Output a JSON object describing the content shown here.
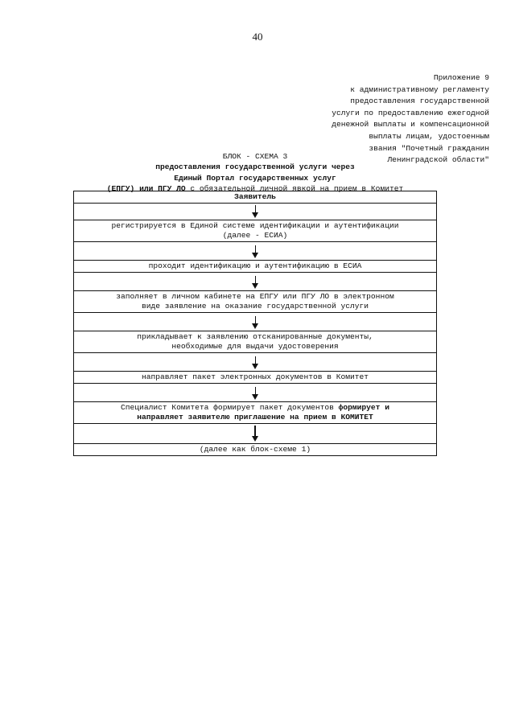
{
  "page_number": "40",
  "appendix": {
    "lines": [
      "Приложение 9",
      "к административному регламенту",
      "предоставления государственной",
      "услуги по предоставлению ежегодной",
      "денежной выплаты и компенсационной",
      "выплаты лицам, удостоенным",
      "звания \"Почетный гражданин",
      "Ленинградской области\""
    ]
  },
  "scheme": {
    "title": "БЛОК - СХЕМА 3",
    "subtitle_line1": "предоставления государственной услуги  через",
    "subtitle_line2": "Единый Портал государственных услуг",
    "subtitle_line3_bold": "(ЕПГУ) или ПГУ ЛО",
    "subtitle_line3_rest": " с обязательной личной явкой на прием в Комитет"
  },
  "flow": {
    "applicant": "Заявитель",
    "step1_line1": "регистрируется в Единой системе идентификации и аутентификации",
    "step1_line2": "(далее - ЕСИА)",
    "step2": "проходит идентификацию и аутентификацию в ЕСИА",
    "step3_line1": "заполняет в личном кабинете на  ЕПГУ или ПГУ ЛО в электронном",
    "step3_line2": "виде заявление на оказание государственной услуги",
    "step4_line1": "прикладывает  к заявлению отсканированные документы,",
    "step4_line2": "необходимые для выдачи удостоверения",
    "step5": "направляет пакет электронных документов в Комитет",
    "step6_line1_normal": "Специалист Комитета формирует пакет документов ",
    "step6_line1_bold": "формирует и",
    "step6_line2": "направляет заявителю приглашение на прием в КОМИТЕТ",
    "final": "(далее как блок-схеме 1)"
  },
  "icons": {
    "arrow": "arrow-down-icon"
  }
}
